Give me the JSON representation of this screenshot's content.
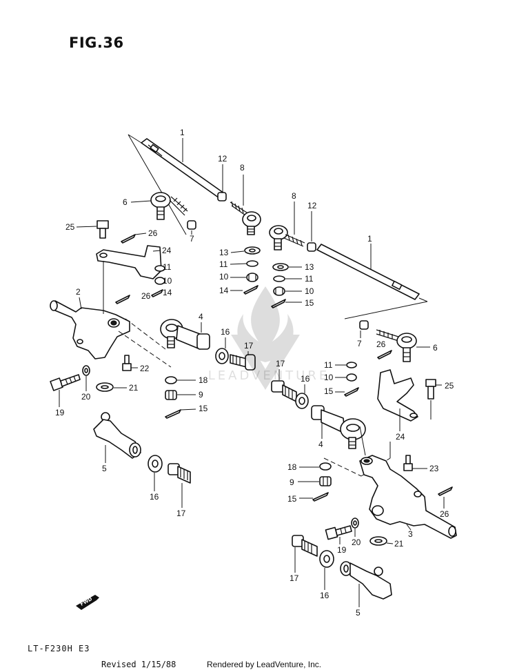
{
  "figure": {
    "title": "FIG.36",
    "model_code": "LT-F230H E3",
    "revised": "Revised 1/15/88",
    "rendered_by": "Rendered by LeadVenture, Inc.",
    "watermark": "LEADVENTURE"
  },
  "callouts": [
    {
      "id": "c1a",
      "text": "1"
    },
    {
      "id": "c1b",
      "text": "1"
    },
    {
      "id": "c2",
      "text": "2"
    },
    {
      "id": "c3",
      "text": "3"
    },
    {
      "id": "c4a",
      "text": "4"
    },
    {
      "id": "c4b",
      "text": "4"
    },
    {
      "id": "c5a",
      "text": "5"
    },
    {
      "id": "c5b",
      "text": "5"
    },
    {
      "id": "c6a",
      "text": "6"
    },
    {
      "id": "c6b",
      "text": "6"
    },
    {
      "id": "c7a",
      "text": "7"
    },
    {
      "id": "c7b",
      "text": "7"
    },
    {
      "id": "c8a",
      "text": "8"
    },
    {
      "id": "c8b",
      "text": "8"
    },
    {
      "id": "c9a",
      "text": "9"
    },
    {
      "id": "c9b",
      "text": "9"
    },
    {
      "id": "c10a",
      "text": "10"
    },
    {
      "id": "c10b",
      "text": "10"
    },
    {
      "id": "c10c",
      "text": "10"
    },
    {
      "id": "c10d",
      "text": "10"
    },
    {
      "id": "c11a",
      "text": "11"
    },
    {
      "id": "c11b",
      "text": "11"
    },
    {
      "id": "c11c",
      "text": "11"
    },
    {
      "id": "c11d",
      "text": "11"
    },
    {
      "id": "c12a",
      "text": "12"
    },
    {
      "id": "c12b",
      "text": "12"
    },
    {
      "id": "c13a",
      "text": "13"
    },
    {
      "id": "c13b",
      "text": "13"
    },
    {
      "id": "c14a",
      "text": "14"
    },
    {
      "id": "c14b",
      "text": "14"
    },
    {
      "id": "c15a",
      "text": "15"
    },
    {
      "id": "c15b",
      "text": "15"
    },
    {
      "id": "c15c",
      "text": "15"
    },
    {
      "id": "c15d",
      "text": "15"
    },
    {
      "id": "c16a",
      "text": "16"
    },
    {
      "id": "c16b",
      "text": "16"
    },
    {
      "id": "c16c",
      "text": "16"
    },
    {
      "id": "c16d",
      "text": "16"
    },
    {
      "id": "c17a",
      "text": "17"
    },
    {
      "id": "c17b",
      "text": "17"
    },
    {
      "id": "c17c",
      "text": "17"
    },
    {
      "id": "c17d",
      "text": "17"
    },
    {
      "id": "c18a",
      "text": "18"
    },
    {
      "id": "c18b",
      "text": "18"
    },
    {
      "id": "c19a",
      "text": "19"
    },
    {
      "id": "c19b",
      "text": "19"
    },
    {
      "id": "c20a",
      "text": "20"
    },
    {
      "id": "c20b",
      "text": "20"
    },
    {
      "id": "c21a",
      "text": "21"
    },
    {
      "id": "c21b",
      "text": "21"
    },
    {
      "id": "c22",
      "text": "22"
    },
    {
      "id": "c23",
      "text": "23"
    },
    {
      "id": "c24a",
      "text": "24"
    },
    {
      "id": "c24b",
      "text": "24"
    },
    {
      "id": "c25a",
      "text": "25"
    },
    {
      "id": "c25b",
      "text": "25"
    },
    {
      "id": "c26a",
      "text": "26"
    },
    {
      "id": "c26b",
      "text": "26"
    },
    {
      "id": "c26c",
      "text": "26"
    },
    {
      "id": "c26d",
      "text": "26"
    }
  ]
}
